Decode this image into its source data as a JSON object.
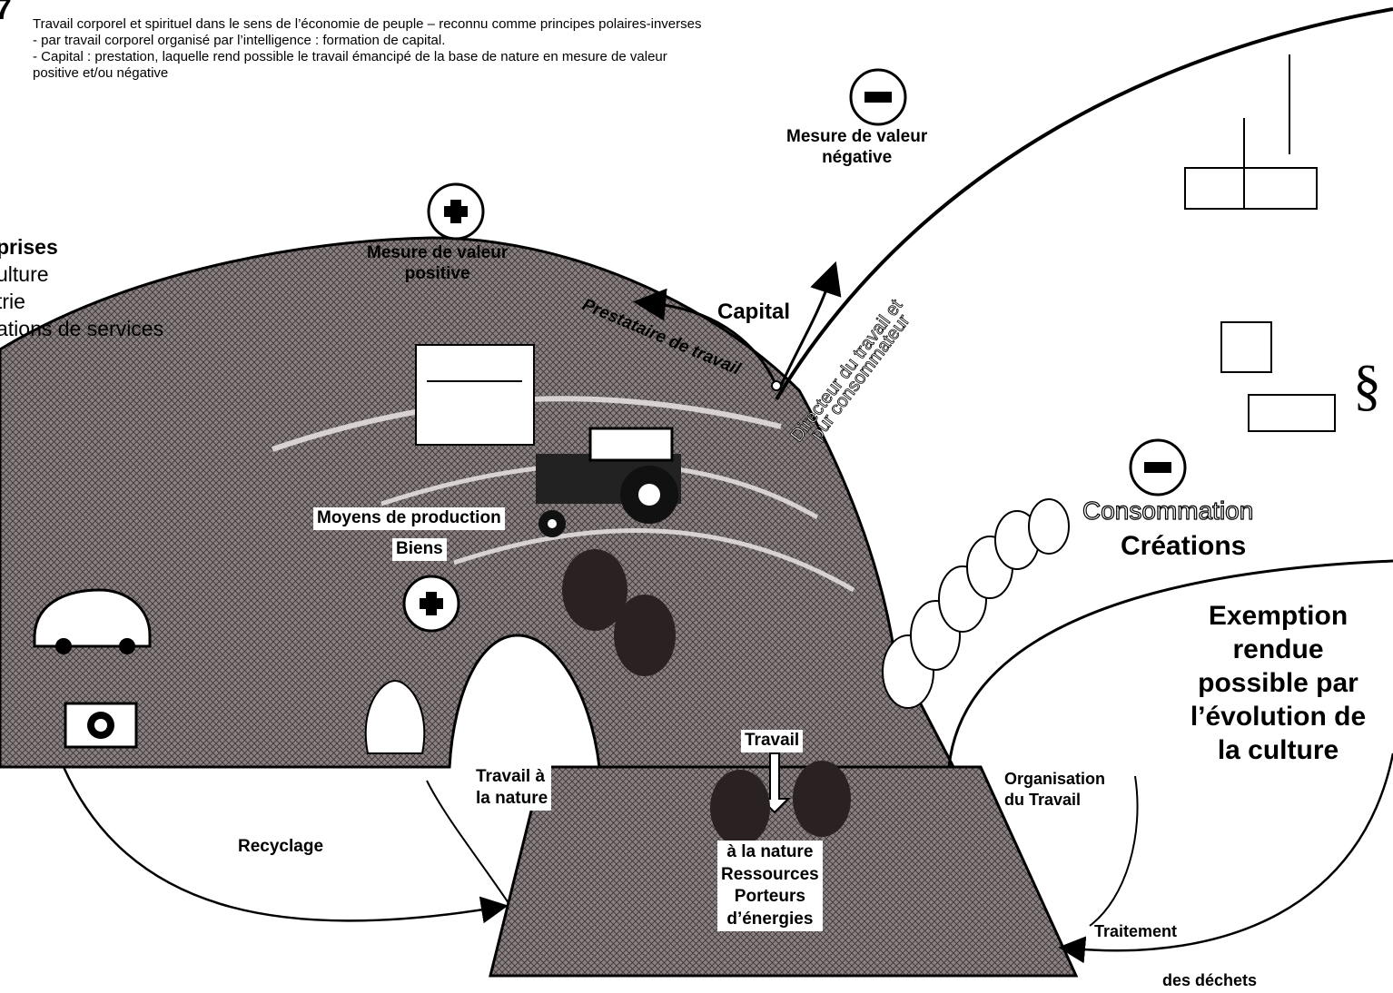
{
  "figure": {
    "number": "7",
    "intro_lines": [
      "Travail corporel et spirituel dans le sens de l’économie de peuple – reconnu comme principes polaires-inverses",
      "- par travail corporel organisé par l’intelligence : formation de capital.",
      "- Capital : prestation, laquelle rend possible le travail émancipé de la base de nature en mesure de valeur",
      "positive et/ou négative"
    ]
  },
  "sectors": {
    "title": "prises",
    "items": [
      "ulture",
      "trie",
      "ations de services"
    ]
  },
  "labels": {
    "measure_positive": [
      "Mesure de valeur",
      "positive"
    ],
    "measure_negative": [
      "Mesure de valeur",
      "négative"
    ],
    "capital": "Capital",
    "provider": "Prestataire de travail",
    "director": [
      "Directeur du travail et",
      "pur consommateur"
    ],
    "means_of_production": "Moyens de production",
    "goods": "Biens",
    "consumption": "Consommation",
    "creations": "Créations",
    "exemption": [
      "Exemption",
      "rendue",
      "possible par",
      "l’évolution de",
      "la culture"
    ],
    "work": "Travail",
    "work_nature": [
      "Travail à",
      "la nature"
    ],
    "resources": [
      "à la nature",
      "Ressources",
      "Porteurs",
      "d’énergies"
    ],
    "organisation": [
      "Organisation",
      "du Travail"
    ],
    "recycling": "Recyclage",
    "waste": [
      "Traitement",
      "des déchets"
    ]
  },
  "symbols": {
    "plus": "+",
    "minus": "−"
  },
  "colors": {
    "hatch_bg": "#8a8282",
    "hatch_line": "#3d3535",
    "ink": "#000000",
    "paper": "#ffffff"
  }
}
